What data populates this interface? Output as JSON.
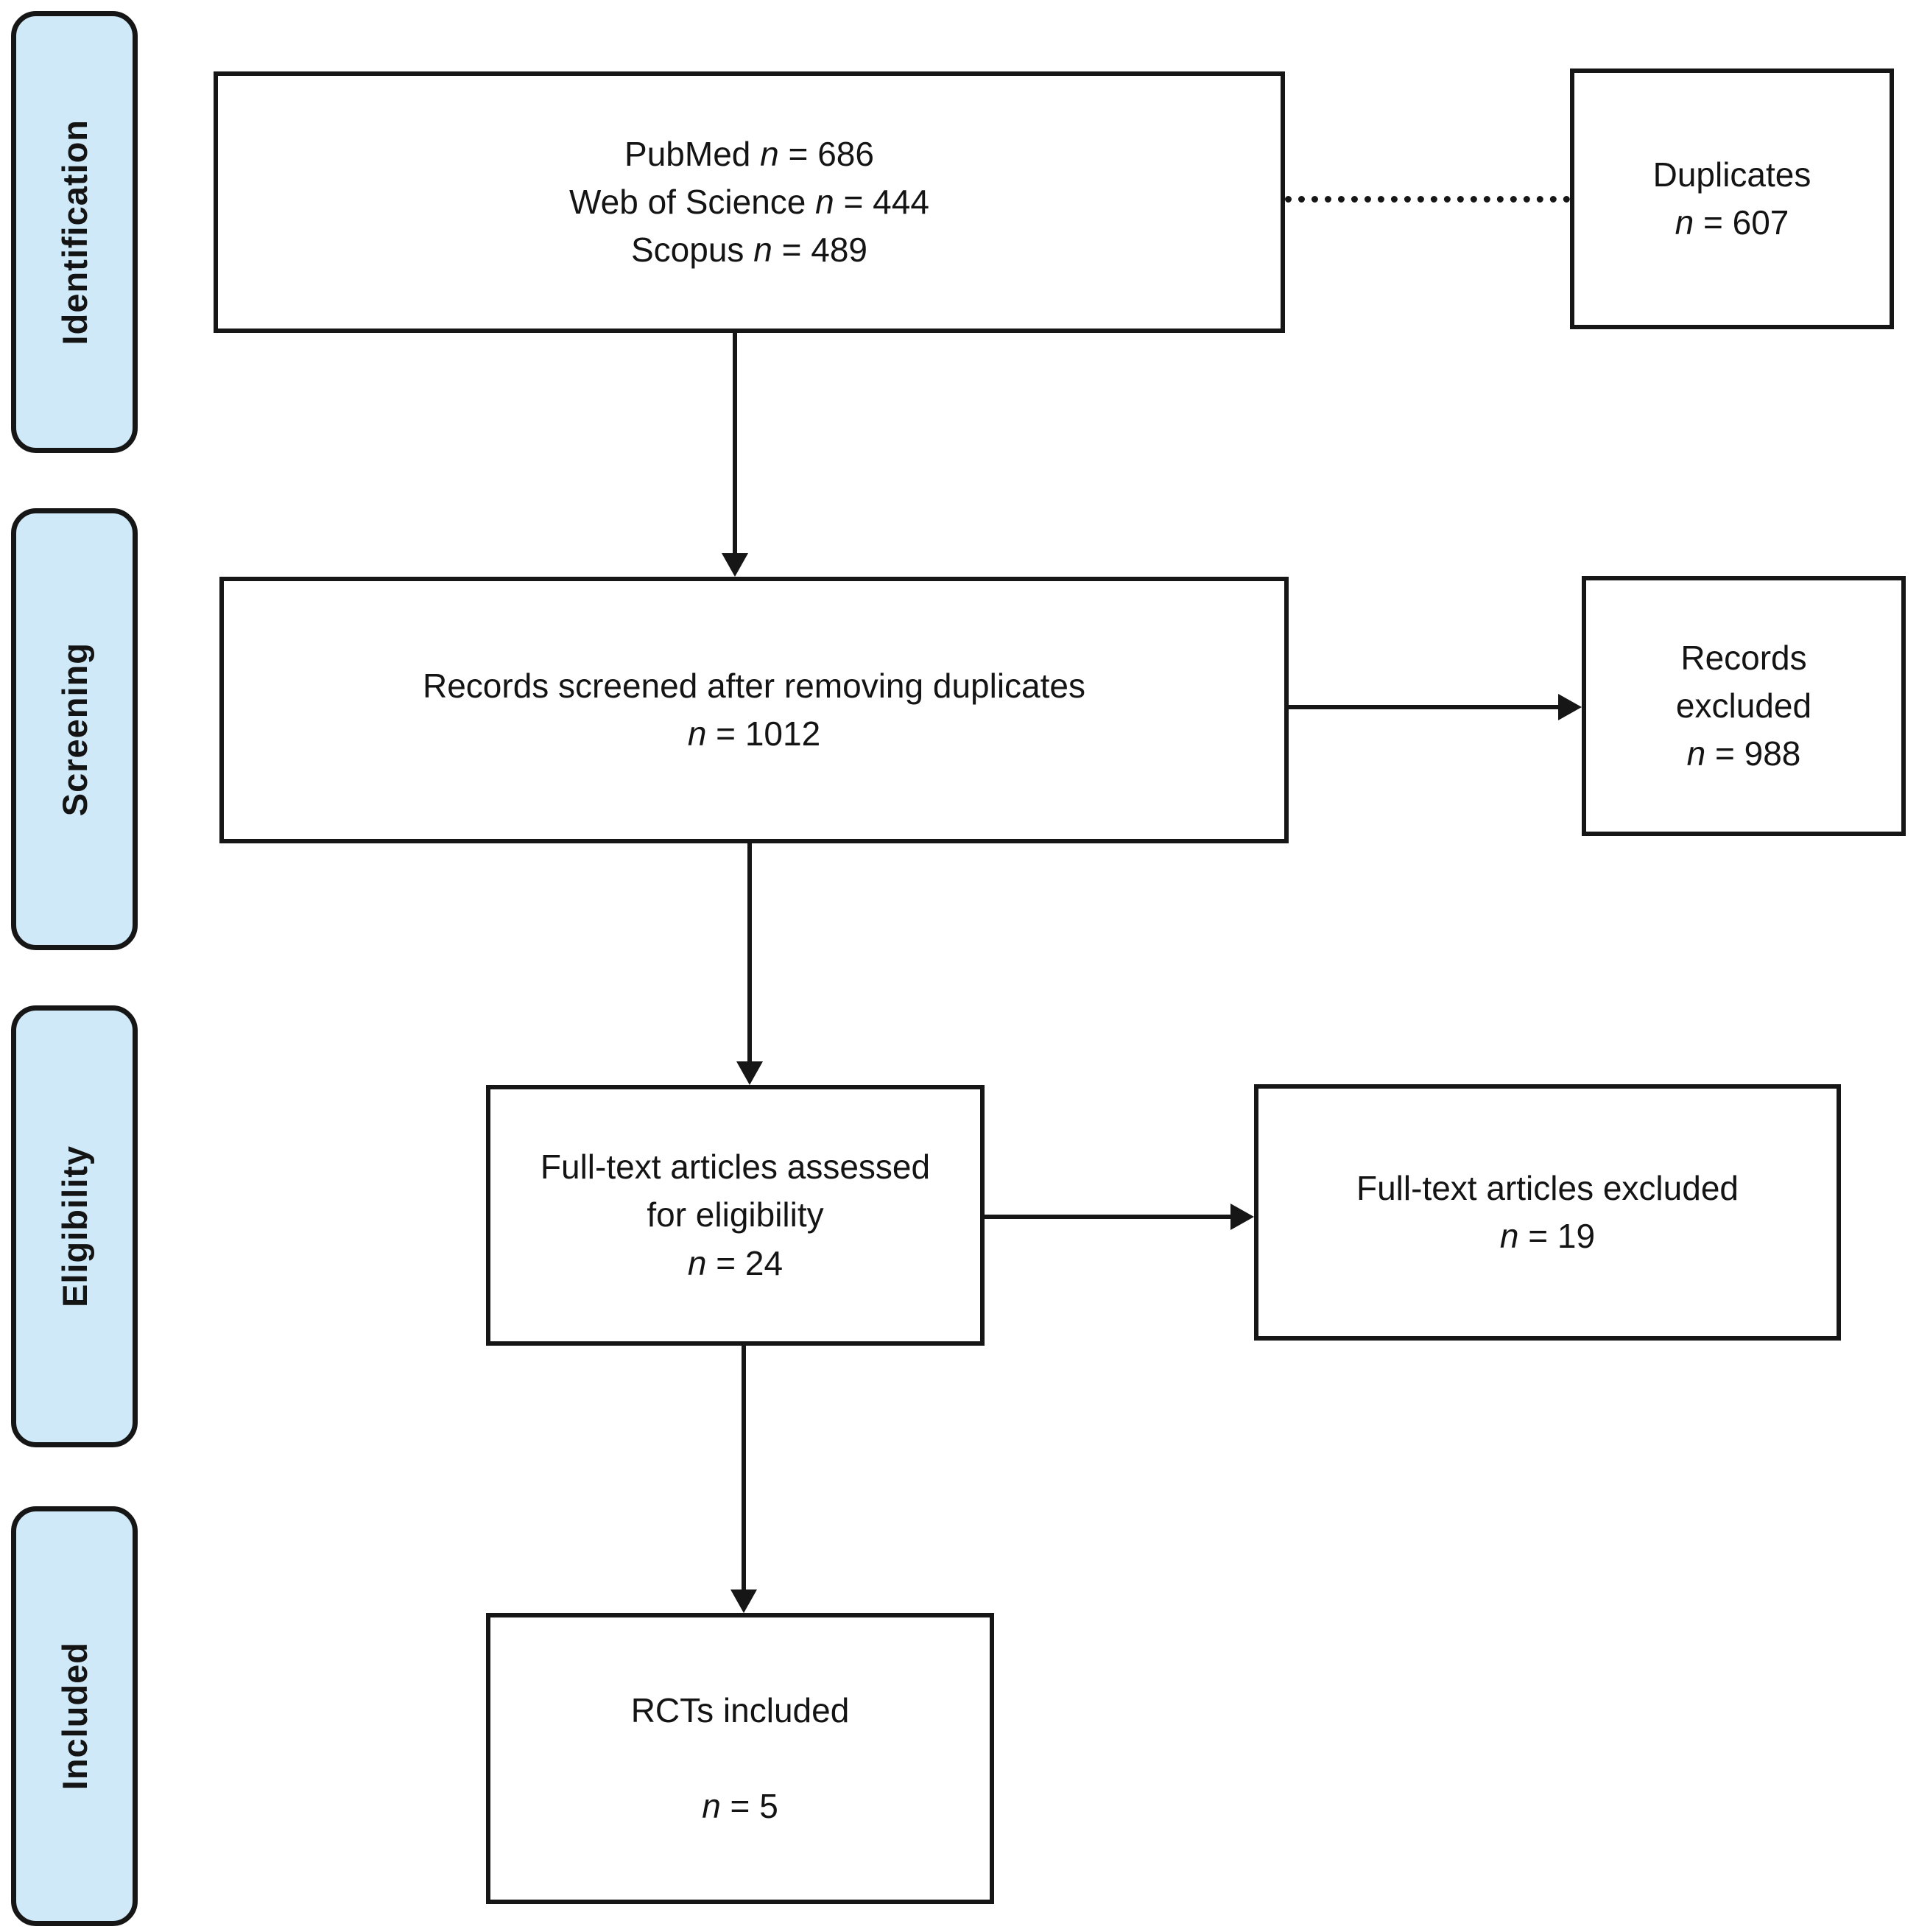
{
  "colors": {
    "stage_fill": "#cfe9f8",
    "line_color": "#161616",
    "box_fill": "#ffffff"
  },
  "stages": [
    {
      "label": "Identification"
    },
    {
      "label": "Screening"
    },
    {
      "label": "Eligibility"
    },
    {
      "label": "Included"
    }
  ],
  "boxes": {
    "sources": {
      "lines": [
        {
          "pre": "PubMed ",
          "n": "n",
          "post": " = 686"
        },
        {
          "pre": "Web of Science ",
          "n": "n",
          "post": " = 444"
        },
        {
          "pre": "Scopus ",
          "n": "n",
          "post": " = 489"
        }
      ]
    },
    "duplicates": {
      "lines": [
        {
          "pre": "Duplicates",
          "n": "",
          "post": ""
        },
        {
          "pre": "",
          "n": "n",
          "post": " = 607"
        }
      ]
    },
    "screening": {
      "lines": [
        {
          "pre": "Records screened after removing duplicates",
          "n": "",
          "post": ""
        },
        {
          "pre": "",
          "n": "n",
          "post": " = 1012"
        }
      ]
    },
    "records_excluded": {
      "lines": [
        {
          "pre": "Records",
          "n": "",
          "post": ""
        },
        {
          "pre": "excluded",
          "n": "",
          "post": ""
        },
        {
          "pre": "",
          "n": "n",
          "post": " = 988"
        }
      ]
    },
    "eligibility": {
      "lines": [
        {
          "pre": "Full-text articles assessed",
          "n": "",
          "post": ""
        },
        {
          "pre": "for eligibility",
          "n": "",
          "post": ""
        },
        {
          "pre": "",
          "n": "n",
          "post": " = 24"
        }
      ]
    },
    "fulltext_excluded": {
      "lines": [
        {
          "pre": "Full-text articles excluded",
          "n": "",
          "post": ""
        },
        {
          "pre": "",
          "n": "n",
          "post": " = 19"
        }
      ]
    },
    "included": {
      "lines": [
        {
          "pre": "RCTs included",
          "n": "",
          "post": ""
        },
        {
          "pre": "",
          "n": "",
          "post": ""
        },
        {
          "pre": "",
          "n": "n",
          "post": " = 5"
        }
      ]
    }
  }
}
